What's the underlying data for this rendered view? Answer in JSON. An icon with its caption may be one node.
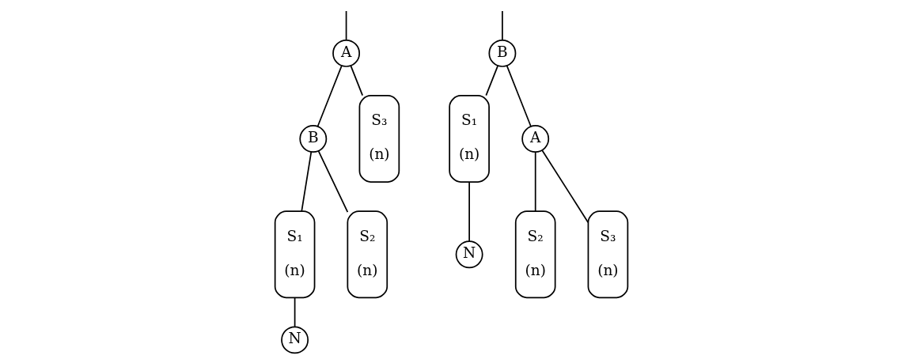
{
  "diagram": {
    "nodes": [
      {
        "text": [
          "A"
        ]
      },
      {
        "text": [
          "B"
        ]
      },
      {
        "text": [
          "S₁",
          "(n)"
        ]
      },
      {
        "text": [
          "S₂",
          "(n)"
        ]
      },
      {
        "text": [
          "S₃",
          "(n)"
        ]
      },
      {
        "text": [
          "N"
        ]
      },
      {
        "text": [
          "B"
        ]
      },
      {
        "text": [
          "S₁",
          "(n)"
        ]
      },
      {
        "text": [
          "A"
        ]
      },
      {
        "text": [
          "S₂",
          "(n)"
        ]
      },
      {
        "text": [
          "S₃",
          "(n)"
        ]
      },
      {
        "text": [
          "N"
        ]
      }
    ],
    "edges": [
      {
        "from": null,
        "to": 0,
        "arrow": "none"
      },
      {
        "from": 0,
        "to": 1,
        "arrow": "none"
      },
      {
        "from": 0,
        "to": 4,
        "arrow": "none"
      },
      {
        "from": 1,
        "to": 2,
        "arrow": "none"
      },
      {
        "from": 1,
        "to": 3,
        "arrow": "none"
      },
      {
        "from": 2,
        "to": 5,
        "arrow": "none"
      },
      {
        "from": null,
        "to": 6,
        "arrow": "none"
      },
      {
        "from": 6,
        "to": 7,
        "arrow": "none"
      },
      {
        "from": 6,
        "to": 8,
        "arrow": "none"
      },
      {
        "from": 8,
        "to": 9,
        "arrow": "none"
      },
      {
        "from": 8,
        "to": 10,
        "arrow": "none"
      },
      {
        "from": 7,
        "to": 11,
        "arrow": "none"
      }
    ]
  }
}
